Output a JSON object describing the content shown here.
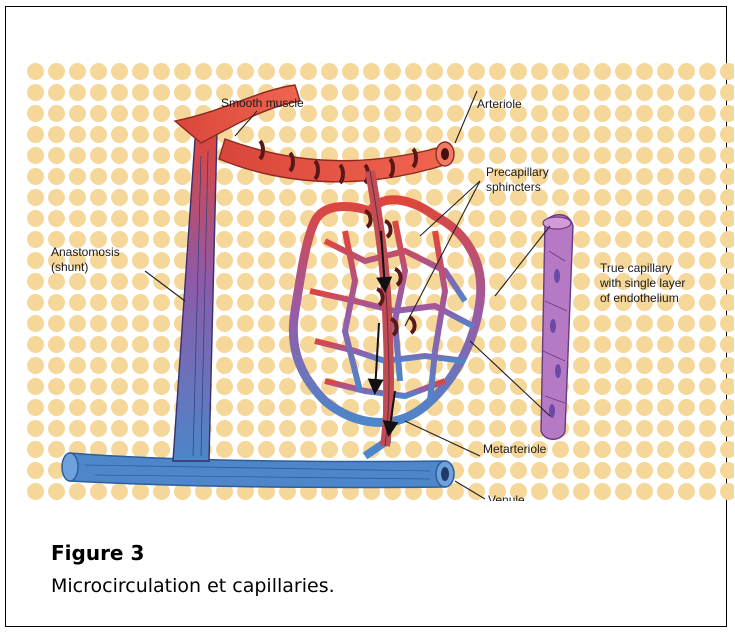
{
  "labels": {
    "smooth_muscle": "Smooth muscle",
    "arteriole": "Arteriole",
    "precapillary_1": "Precapillary",
    "precapillary_2": "sphincters",
    "anastomosis_1": "Anastomosis",
    "anastomosis_2": "(shunt)",
    "true_cap_1": "True capillary",
    "true_cap_2": "with single layer",
    "true_cap_3": "of endothelium",
    "metarteriole": "Metarteriole",
    "venule": "Venule"
  },
  "caption": {
    "title": "Figure 3",
    "text": "Microcirculation et capillaries."
  },
  "colors": {
    "background_dots": "#f6d79a",
    "artery_red": "#e0453a",
    "vein_blue": "#4d86c9",
    "mixed_purple": "#8e5aa8",
    "sphincter": "#6a1f1f",
    "capillary_purple": "#b679c4"
  }
}
